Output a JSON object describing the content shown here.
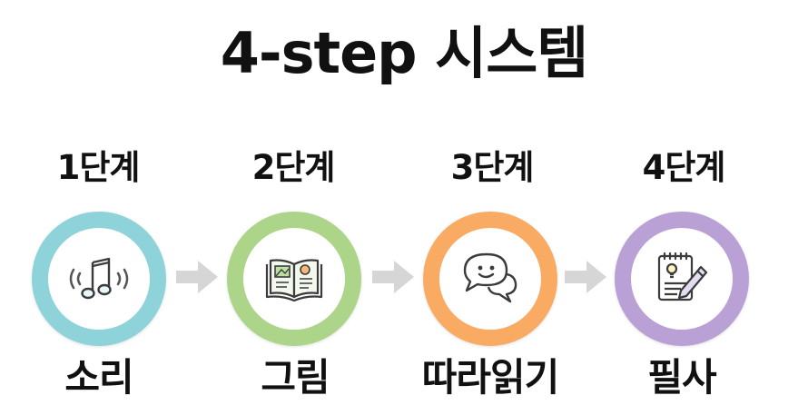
{
  "title": "4-step 시스템",
  "colors": {
    "step1": "#8fd3da",
    "step2": "#add58a",
    "step3": "#f9ab63",
    "step4": "#b9a1d6",
    "arrow": "#d6d6d6"
  },
  "steps": [
    {
      "label": "1단계",
      "name": "소리",
      "icon": "music-note-icon"
    },
    {
      "label": "2단계",
      "name": "그림",
      "icon": "picture-book-icon"
    },
    {
      "label": "3단계",
      "name": "따라읽기",
      "icon": "speech-bubbles-icon"
    },
    {
      "label": "4단계",
      "name": "필사",
      "icon": "notepad-pencil-icon"
    }
  ]
}
